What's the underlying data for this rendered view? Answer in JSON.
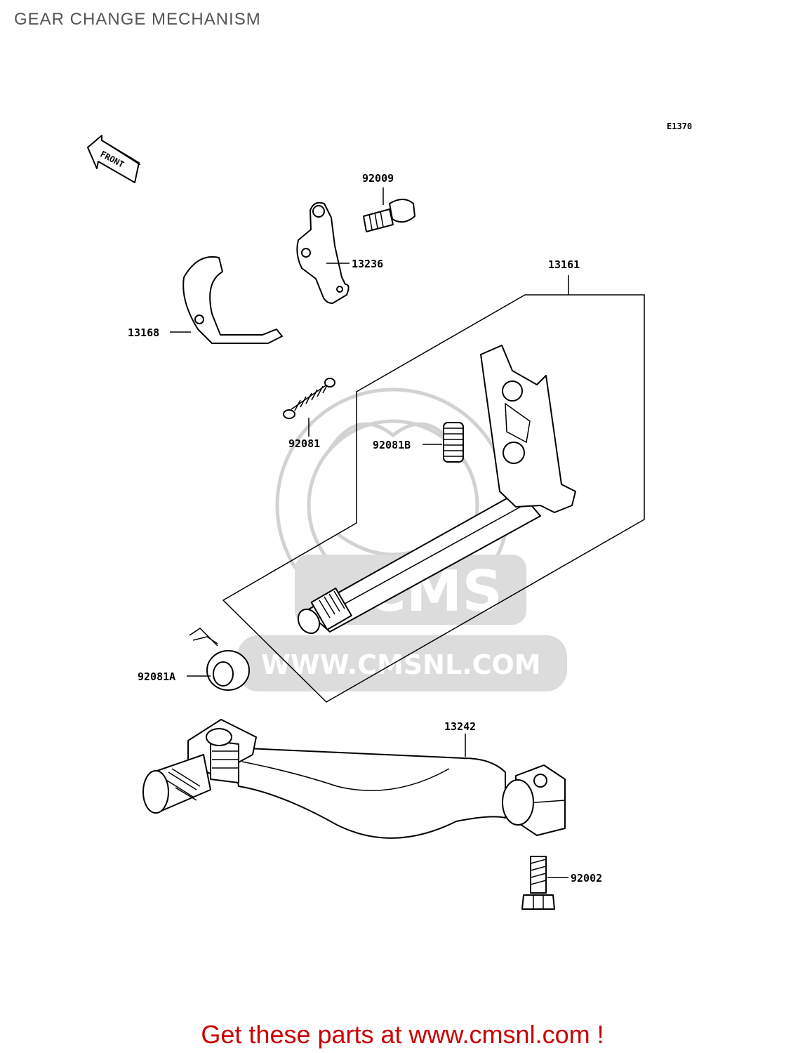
{
  "header": {
    "title": "GEAR CHANGE MECHANISM"
  },
  "diagram": {
    "code": "E1370",
    "front_label": "FRONT",
    "watermark": {
      "brand": "CMS",
      "url": "WWW.CMSNL.COM"
    },
    "labels": {
      "p92009": "92009",
      "p13236": "13236",
      "p13161": "13161",
      "p13168": "13168",
      "p92081": "92081",
      "p92081b": "92081B",
      "p92081a": "92081A",
      "p13242": "13242",
      "p92002": "92002"
    }
  },
  "footer": {
    "text": "Get these parts at www.cmsnl.com !",
    "color": "#cc0000"
  }
}
